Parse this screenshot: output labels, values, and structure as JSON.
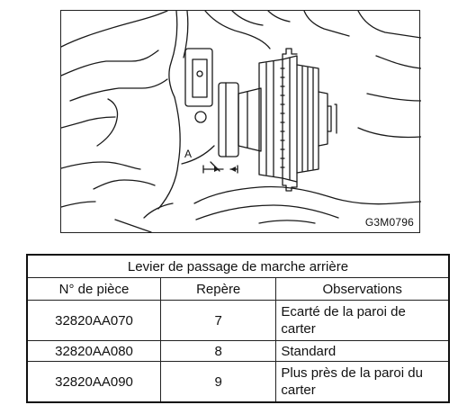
{
  "figure": {
    "dimension_label": "A",
    "figure_code": "G3M0796"
  },
  "table": {
    "caption": "Levier de passage de marche arrière",
    "headers": [
      "N° de pièce",
      "Repère",
      "Observations"
    ],
    "rows": [
      {
        "part": "32820AA070",
        "mark": "7",
        "obs": "Ecarté de la paroi de carter"
      },
      {
        "part": "32820AA080",
        "mark": "8",
        "obs": "Standard"
      },
      {
        "part": "32820AA090",
        "mark": "9",
        "obs": "Plus près de la paroi du carter"
      }
    ]
  }
}
